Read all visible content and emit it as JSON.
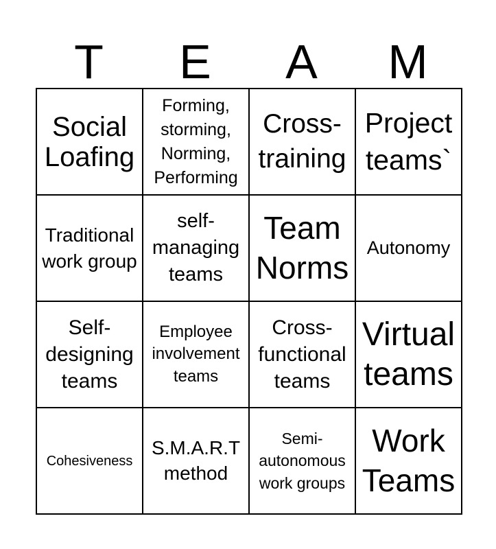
{
  "header": [
    "T",
    "E",
    "A",
    "M"
  ],
  "cells": [
    [
      "Social Loafing",
      "Forming, storming, Norming, Performing",
      "Cross-training",
      "Project teams`"
    ],
    [
      "Traditional work group",
      "self-managing teams",
      "Team Norms",
      "Autonomy"
    ],
    [
      "Self-designing teams",
      "Employee involvement teams",
      "Cross-functional teams",
      "Virtual teams"
    ],
    [
      "Cohesiveness",
      "S.M.A.R.T method",
      "Semi-autonomous work groups",
      "Work Teams"
    ]
  ]
}
